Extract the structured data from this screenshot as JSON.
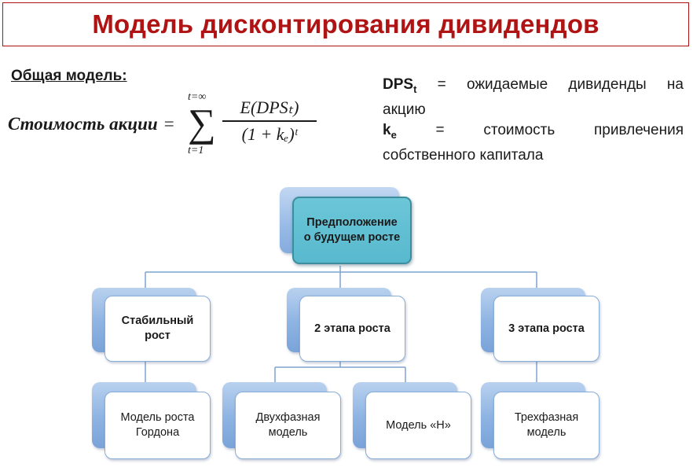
{
  "title": "Модель дисконтирования дивидендов",
  "general": {
    "label": "Общая модель:",
    "value_label": "Стоимость акции",
    "equals": "=",
    "formula": {
      "sum_upper": "t=∞",
      "sum_lower": "t=1",
      "sum_sign": "∑",
      "numerator": "E(DPSₜ)",
      "denominator": "(1 + kₑ)ᵗ"
    }
  },
  "definitions": {
    "dps_key": "DPS",
    "dps_sub": "t",
    "dps_text_1": "= ожидаемые дивиденды на",
    "dps_text_2": "акцию",
    "ke_key": "k",
    "ke_sub": "e",
    "ke_text_1": "= стоимость привлечения",
    "ke_text_2": "собственного капитала"
  },
  "diagram": {
    "root": {
      "line1": "Предположение",
      "line2": "о будущем росте"
    },
    "level1": [
      {
        "line1": "Стабильный",
        "line2": "рост"
      },
      {
        "line1": "2 этапа роста",
        "line2": ""
      },
      {
        "line1": "3 этапа роста",
        "line2": ""
      }
    ],
    "level2": [
      {
        "line1": "Модель роста",
        "line2": "Гордона"
      },
      {
        "line1": "Двухфазная",
        "line2": "модель"
      },
      {
        "line1": "Модель «H»",
        "line2": ""
      },
      {
        "line1": "Трехфазная",
        "line2": "модель"
      }
    ]
  },
  "colors": {
    "title": "#b01313",
    "root_fill": "#5bbfd3",
    "box_back": "#8db3e2",
    "connector": "#7fa4cf"
  }
}
